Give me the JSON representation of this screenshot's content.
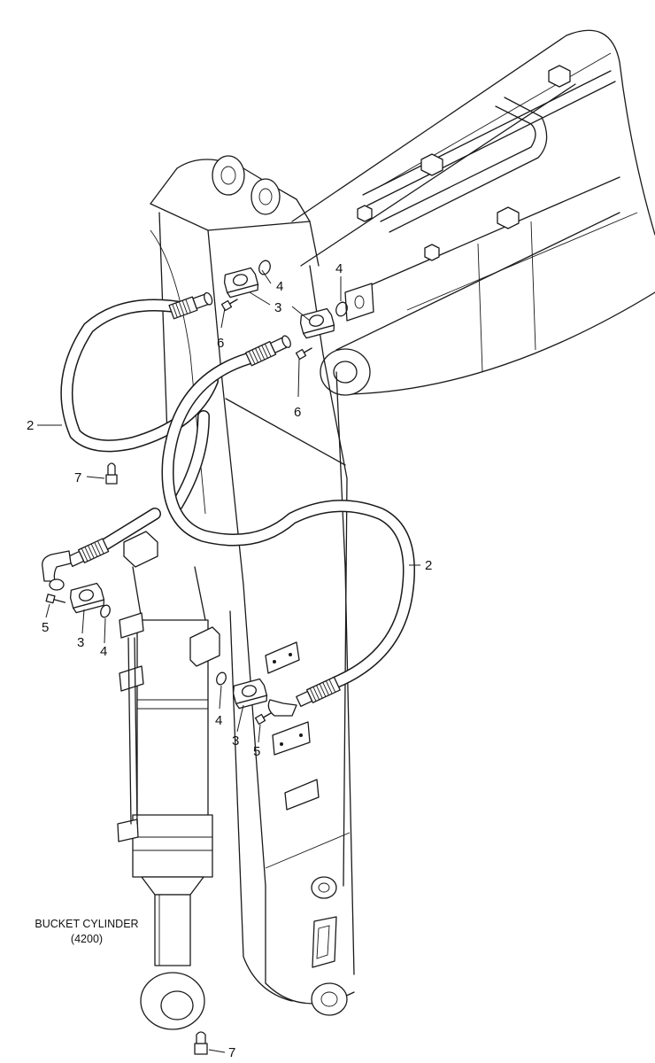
{
  "labels": {
    "hose": "2",
    "flange": "3",
    "o_ring": "4",
    "bolt_lower": "5",
    "bolt_upper": "6",
    "fitting": "7"
  },
  "caption": {
    "line1": "BUCKET CYLINDER",
    "line2": "(4200)"
  }
}
